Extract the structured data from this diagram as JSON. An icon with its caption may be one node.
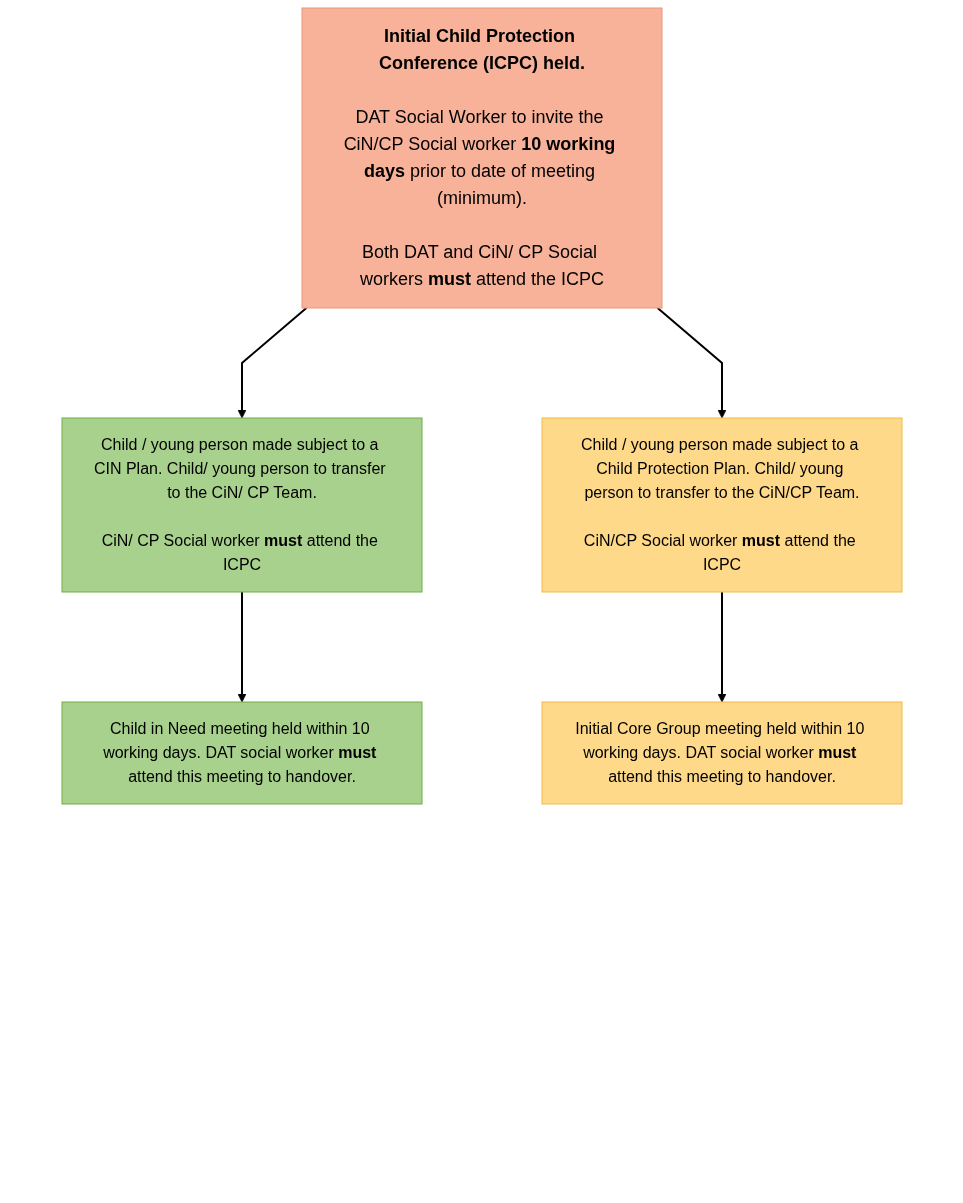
{
  "diagram": {
    "nodes": [
      {
        "text": [
          "Initial Child Protection Conference (ICPC) held.",
          "DAT Social Worker to invite the CiN/CP Social worker **10 working days** prior to date of meeting (minimum).",
          "Both DAT and CiN/ CP Social workers **must** attend the ICPC"
        ]
      },
      {
        "text": [
          "Child / young person made subject to a CIN Plan. Child/ young person to transfer to the CiN/ CP Team.",
          "CiN/ CP Social worker **must** attend the ICPC"
        ]
      },
      {
        "text": [
          "Child / young person made subject to a Child Protection Plan. Child/ young person to transfer to the CiN/CP Team.",
          "CiN/CP Social worker **must** attend the ICPC"
        ]
      },
      {
        "text": [
          "Child in Need meeting held within 10 working days. DAT social worker **must** attend this meeting to handover."
        ]
      },
      {
        "text": [
          "Initial Core Group meeting held within 10 working days. DAT social worker **must** attend this meeting to handover."
        ]
      }
    ],
    "edges": [
      {
        "from": 0,
        "to": 1,
        "arrow": "to"
      },
      {
        "from": 0,
        "to": 2,
        "arrow": "to"
      },
      {
        "from": 1,
        "to": 3,
        "arrow": "to"
      },
      {
        "from": 2,
        "to": 4,
        "arrow": "to"
      }
    ]
  }
}
